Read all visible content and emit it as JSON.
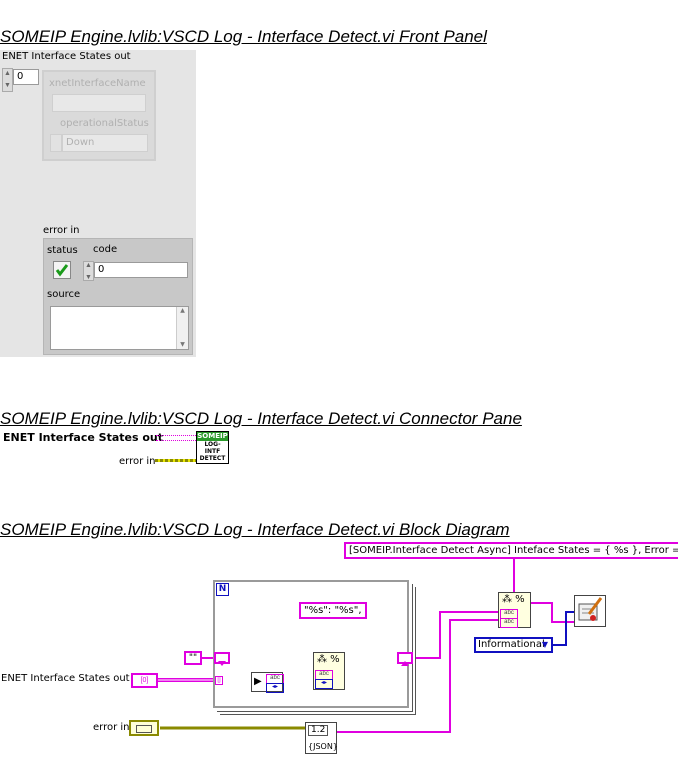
{
  "front_panel": {
    "heading": "SOMEIP Engine.lvlib:VSCD Log - Interface Detect.vi Front Panel",
    "array_label": "ENET Interface States out",
    "array_index": "0",
    "cluster": {
      "xnet_label": "xnetInterfaceName",
      "xnet_value": "",
      "opstatus_label": "operationalStatus",
      "opstatus_value": "Down"
    },
    "error_in": {
      "label": "error in",
      "status_label": "status",
      "code_label": "code",
      "code_value": "0",
      "source_label": "source",
      "source_value": ""
    }
  },
  "connector_pane": {
    "heading": "SOMEIP Engine.lvlib:VSCD Log - Interface Detect.vi Connector Pane",
    "output_label": "ENET Interface States out",
    "input_label": "error in",
    "icon_banner": "SOMEIP",
    "icon_lines": [
      "LOG-",
      "INTF",
      "DETECT"
    ]
  },
  "block_diagram": {
    "heading": "SOMEIP Engine.lvlib:VSCD Log - Interface Detect.vi Block Diagram",
    "format_string": "[SOMEIP.Interface Detect Async] Inteface States = { %s }, Error = %s",
    "loop_counter": "N",
    "item_format": "\"%s\": \"%s\",",
    "empty_string": "\"\"",
    "enet_terminal_label": "ENET Interface States out",
    "error_terminal_label": "error in",
    "log_level": "Informational",
    "json_line1": "1.2",
    "json_line2": "{JSON}",
    "abc": "abc",
    "array_icon": "[0]"
  },
  "colors": {
    "string_wire": "#e000e0",
    "cluster_wire": "#8a8a00",
    "enum_blue": "#1010c0",
    "panel_gray": "#e5e5e5"
  }
}
